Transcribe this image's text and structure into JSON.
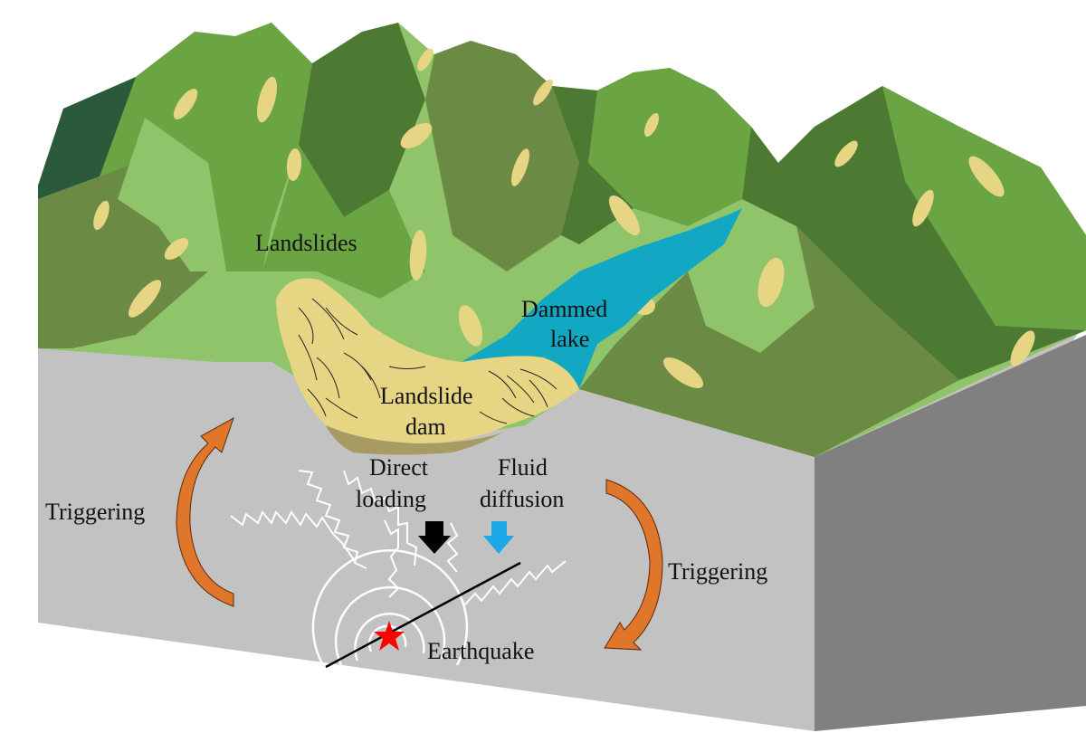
{
  "labels": {
    "landslides": "Landslides",
    "dammed_lake_1": "Dammed",
    "dammed_lake_2": "lake",
    "landslide_dam_1": "Landslide",
    "landslide_dam_2": "dam",
    "direct_loading_1": "Direct",
    "direct_loading_2": "loading",
    "fluid_diffusion_1": "Fluid",
    "fluid_diffusion_2": "diffusion",
    "triggering_left": "Triggering",
    "triggering_right": "Triggering",
    "earthquake": "Earthquake"
  },
  "colors": {
    "ground_front": "#c2c2c2",
    "ground_side": "#808080",
    "mountain_light": "#8fc46a",
    "mountain_mid": "#6aa443",
    "mountain_dark": "#4c7a32",
    "mountain_olive": "#6b8a43",
    "mountain_deep": "#2b5a3a",
    "landslide": "#e6d582",
    "dam_shadow": "#a89a63",
    "lake": "#12a8c4",
    "arrow_orange": "#e0762a",
    "arrow_fluid": "#1aa8e8",
    "arrow_load": "#000000",
    "epicenter": "#ff0000"
  }
}
